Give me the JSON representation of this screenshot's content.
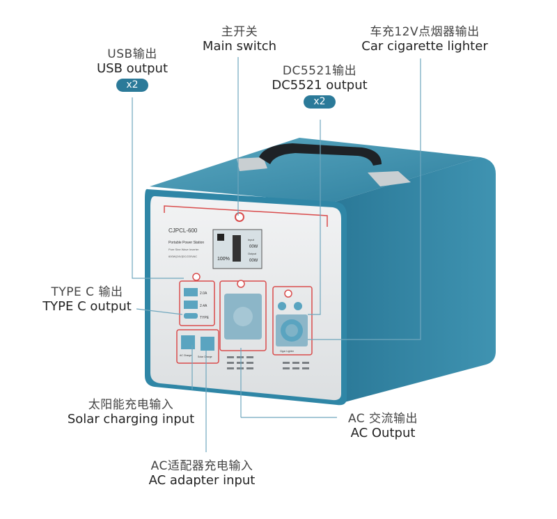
{
  "labels": {
    "main_switch": {
      "cn": "主开关",
      "en": "Main switch"
    },
    "car_lighter": {
      "cn": "车充12V点烟器输出",
      "en": "Car cigarette lighter"
    },
    "usb": {
      "cn": "USB输出",
      "en": "USB output",
      "badge": "x2"
    },
    "dc5521": {
      "cn": "DC5521输出",
      "en": "DC5521 output",
      "badge": "x2"
    },
    "type_c": {
      "cn": "TYPE C 输出",
      "en": "TYPE C output"
    },
    "solar": {
      "cn": "太阳能充电输入",
      "en": "Solar charging input"
    },
    "ac_output": {
      "cn": "AC 交流输出",
      "en": "AC Output"
    },
    "ac_adapter": {
      "cn": "AC适配器充电输入",
      "en": "AC adapter input"
    }
  },
  "device": {
    "model": "CJPCL-600",
    "title": "Portable Power Station",
    "subtitle": "Pure Sine Wave Inverter",
    "spec": "600W|24V|DC/220VAC",
    "lcd": {
      "percent": "100%",
      "input_label": "Input",
      "input_value": "00W",
      "output_label": "Output",
      "output_value": "00W"
    },
    "usb_ratings": [
      "2.0A",
      "2.4A"
    ],
    "type_label": "TYPE",
    "ac_charge_label": "AC Charge",
    "solar_charge_label": "Solar Charge",
    "lighter_label": "Cigar Lighter"
  }
}
